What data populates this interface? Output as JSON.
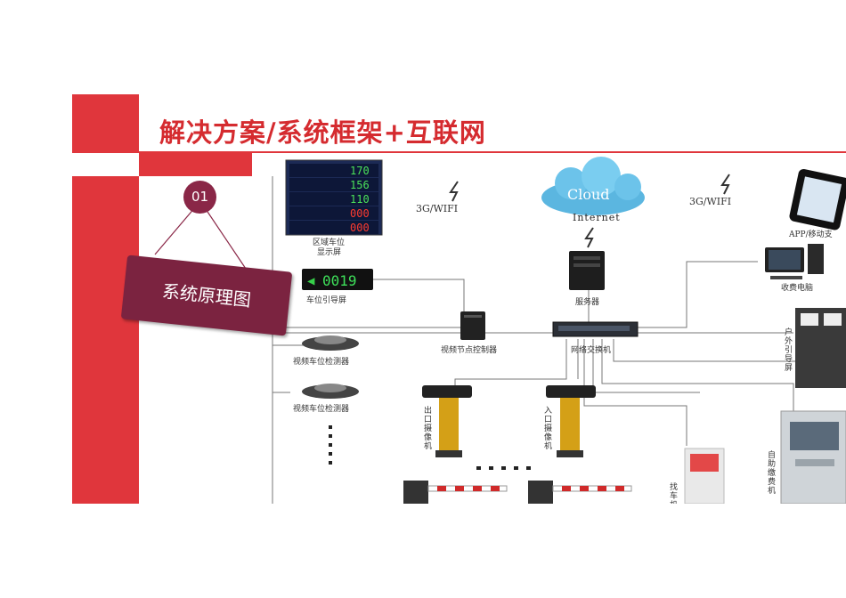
{
  "title": "解决方案/系统框架+互联网",
  "badge": "01",
  "card_label": "系统原理图",
  "display_rows": [
    "170",
    "156",
    "110",
    "000",
    "000"
  ],
  "guidance_screen_value": "0019",
  "cloud_text": "Cloud",
  "wireless_label_left": "3G/WIFI",
  "wireless_label_right": "3G/WIFI",
  "labels": {
    "zone_display": [
      "区域车位",
      "显示屏"
    ],
    "guidance_screen": "车位引导屏",
    "internet": "Internet",
    "app": "APP/移动支",
    "server": "服务器",
    "pc": "收费电脑",
    "switch": "网络交换机",
    "node_controller": "视频节点控制器",
    "detector_1": "视频车位检测器",
    "detector_2": "视频车位检测器",
    "outdoor_guide": [
      "户",
      "外",
      "引",
      "导",
      "屏"
    ],
    "exit_camera": [
      "出",
      "口",
      "摄",
      "像",
      "机"
    ],
    "entry_camera": [
      "入",
      "口",
      "摄",
      "像",
      "机"
    ],
    "find_car": [
      "找",
      "车",
      "机"
    ],
    "auto_pay": [
      "自",
      "助",
      "缴",
      "费",
      "机"
    ]
  },
  "colors": {
    "accent_red": "#e0363c",
    "title_red": "#d52b2f",
    "badge_maroon": "#8a2747",
    "card_maroon": "#7b2340"
  }
}
